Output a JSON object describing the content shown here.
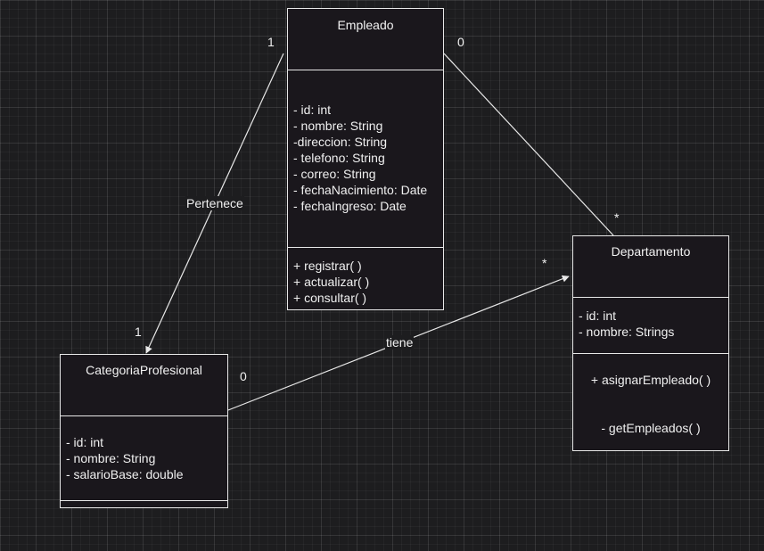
{
  "classes": {
    "empleado": {
      "name": "Empleado",
      "attributes": [
        "- id: int",
        "- nombre: String",
        "-direccion: String",
        "- telefono: String",
        "- correo: String",
        "- fechaNacimiento: Date",
        "- fechaIngreso: Date"
      ],
      "methods": [
        "+ registrar( )",
        "+ actualizar( )",
        "+ consultar( )"
      ]
    },
    "departamento": {
      "name": "Departamento",
      "attributes": [
        "- id: int",
        "- nombre: Strings"
      ],
      "methods": [
        "+ asignarEmpleado( )",
        "- getEmpleados( )"
      ]
    },
    "categoria": {
      "name": "CategoriaProfesional",
      "attributes": [
        "- id: int",
        "- nombre: String",
        "- salarioBase: double"
      ],
      "methods": []
    }
  },
  "relations": {
    "pertenece": {
      "label": "Pertenece",
      "source_multiplicity": "1",
      "target_multiplicity": "1"
    },
    "empleado_departamento": {
      "source_multiplicity": "0",
      "target_multiplicity": "*"
    },
    "tiene": {
      "label": "tiene",
      "source_multiplicity": "0",
      "target_multiplicity": "*"
    }
  },
  "colors": {
    "background": "#1d1d1f",
    "box_fill": "#1a171c",
    "stroke": "#e8e8e8",
    "text": "#f0f0f0"
  }
}
